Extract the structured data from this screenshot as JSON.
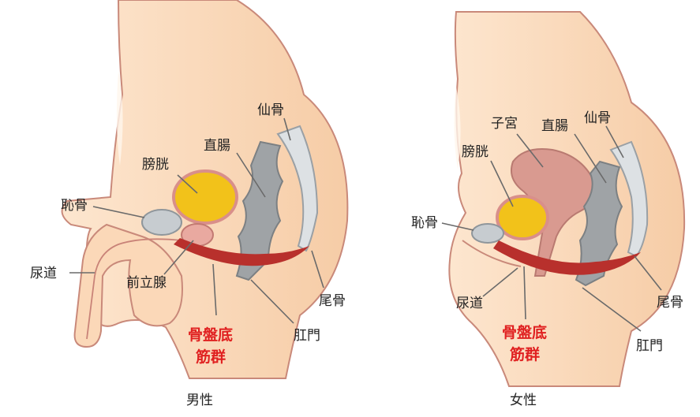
{
  "male": {
    "caption": "男性",
    "labels": {
      "sacrum": "仙骨",
      "rectum": "直腸",
      "bladder": "膀胱",
      "pubis": "恥骨",
      "urethra": "尿道",
      "prostate": "前立腺",
      "coccyx": "尾骨",
      "anus": "肛門"
    },
    "pelvic_floor": {
      "line1": "骨盤底",
      "line2": "筋群"
    }
  },
  "female": {
    "caption": "女性",
    "labels": {
      "uterus": "子宮",
      "rectum": "直腸",
      "sacrum": "仙骨",
      "bladder": "膀胱",
      "pubis": "恥骨",
      "urethra": "尿道",
      "coccyx": "尾骨",
      "anus": "肛門"
    },
    "pelvic_floor": {
      "line1": "骨盤底",
      "line2": "筋群"
    }
  },
  "colors": {
    "skin": "#fbd8b8",
    "skin_shadow": "#f2c199",
    "bone": "#c7ccd0",
    "rectum": "#9fa3a6",
    "muscle": "#b8302c",
    "bladder": "#f2c21a",
    "uterus": "#d99a90",
    "accent_red": "#e02020"
  }
}
